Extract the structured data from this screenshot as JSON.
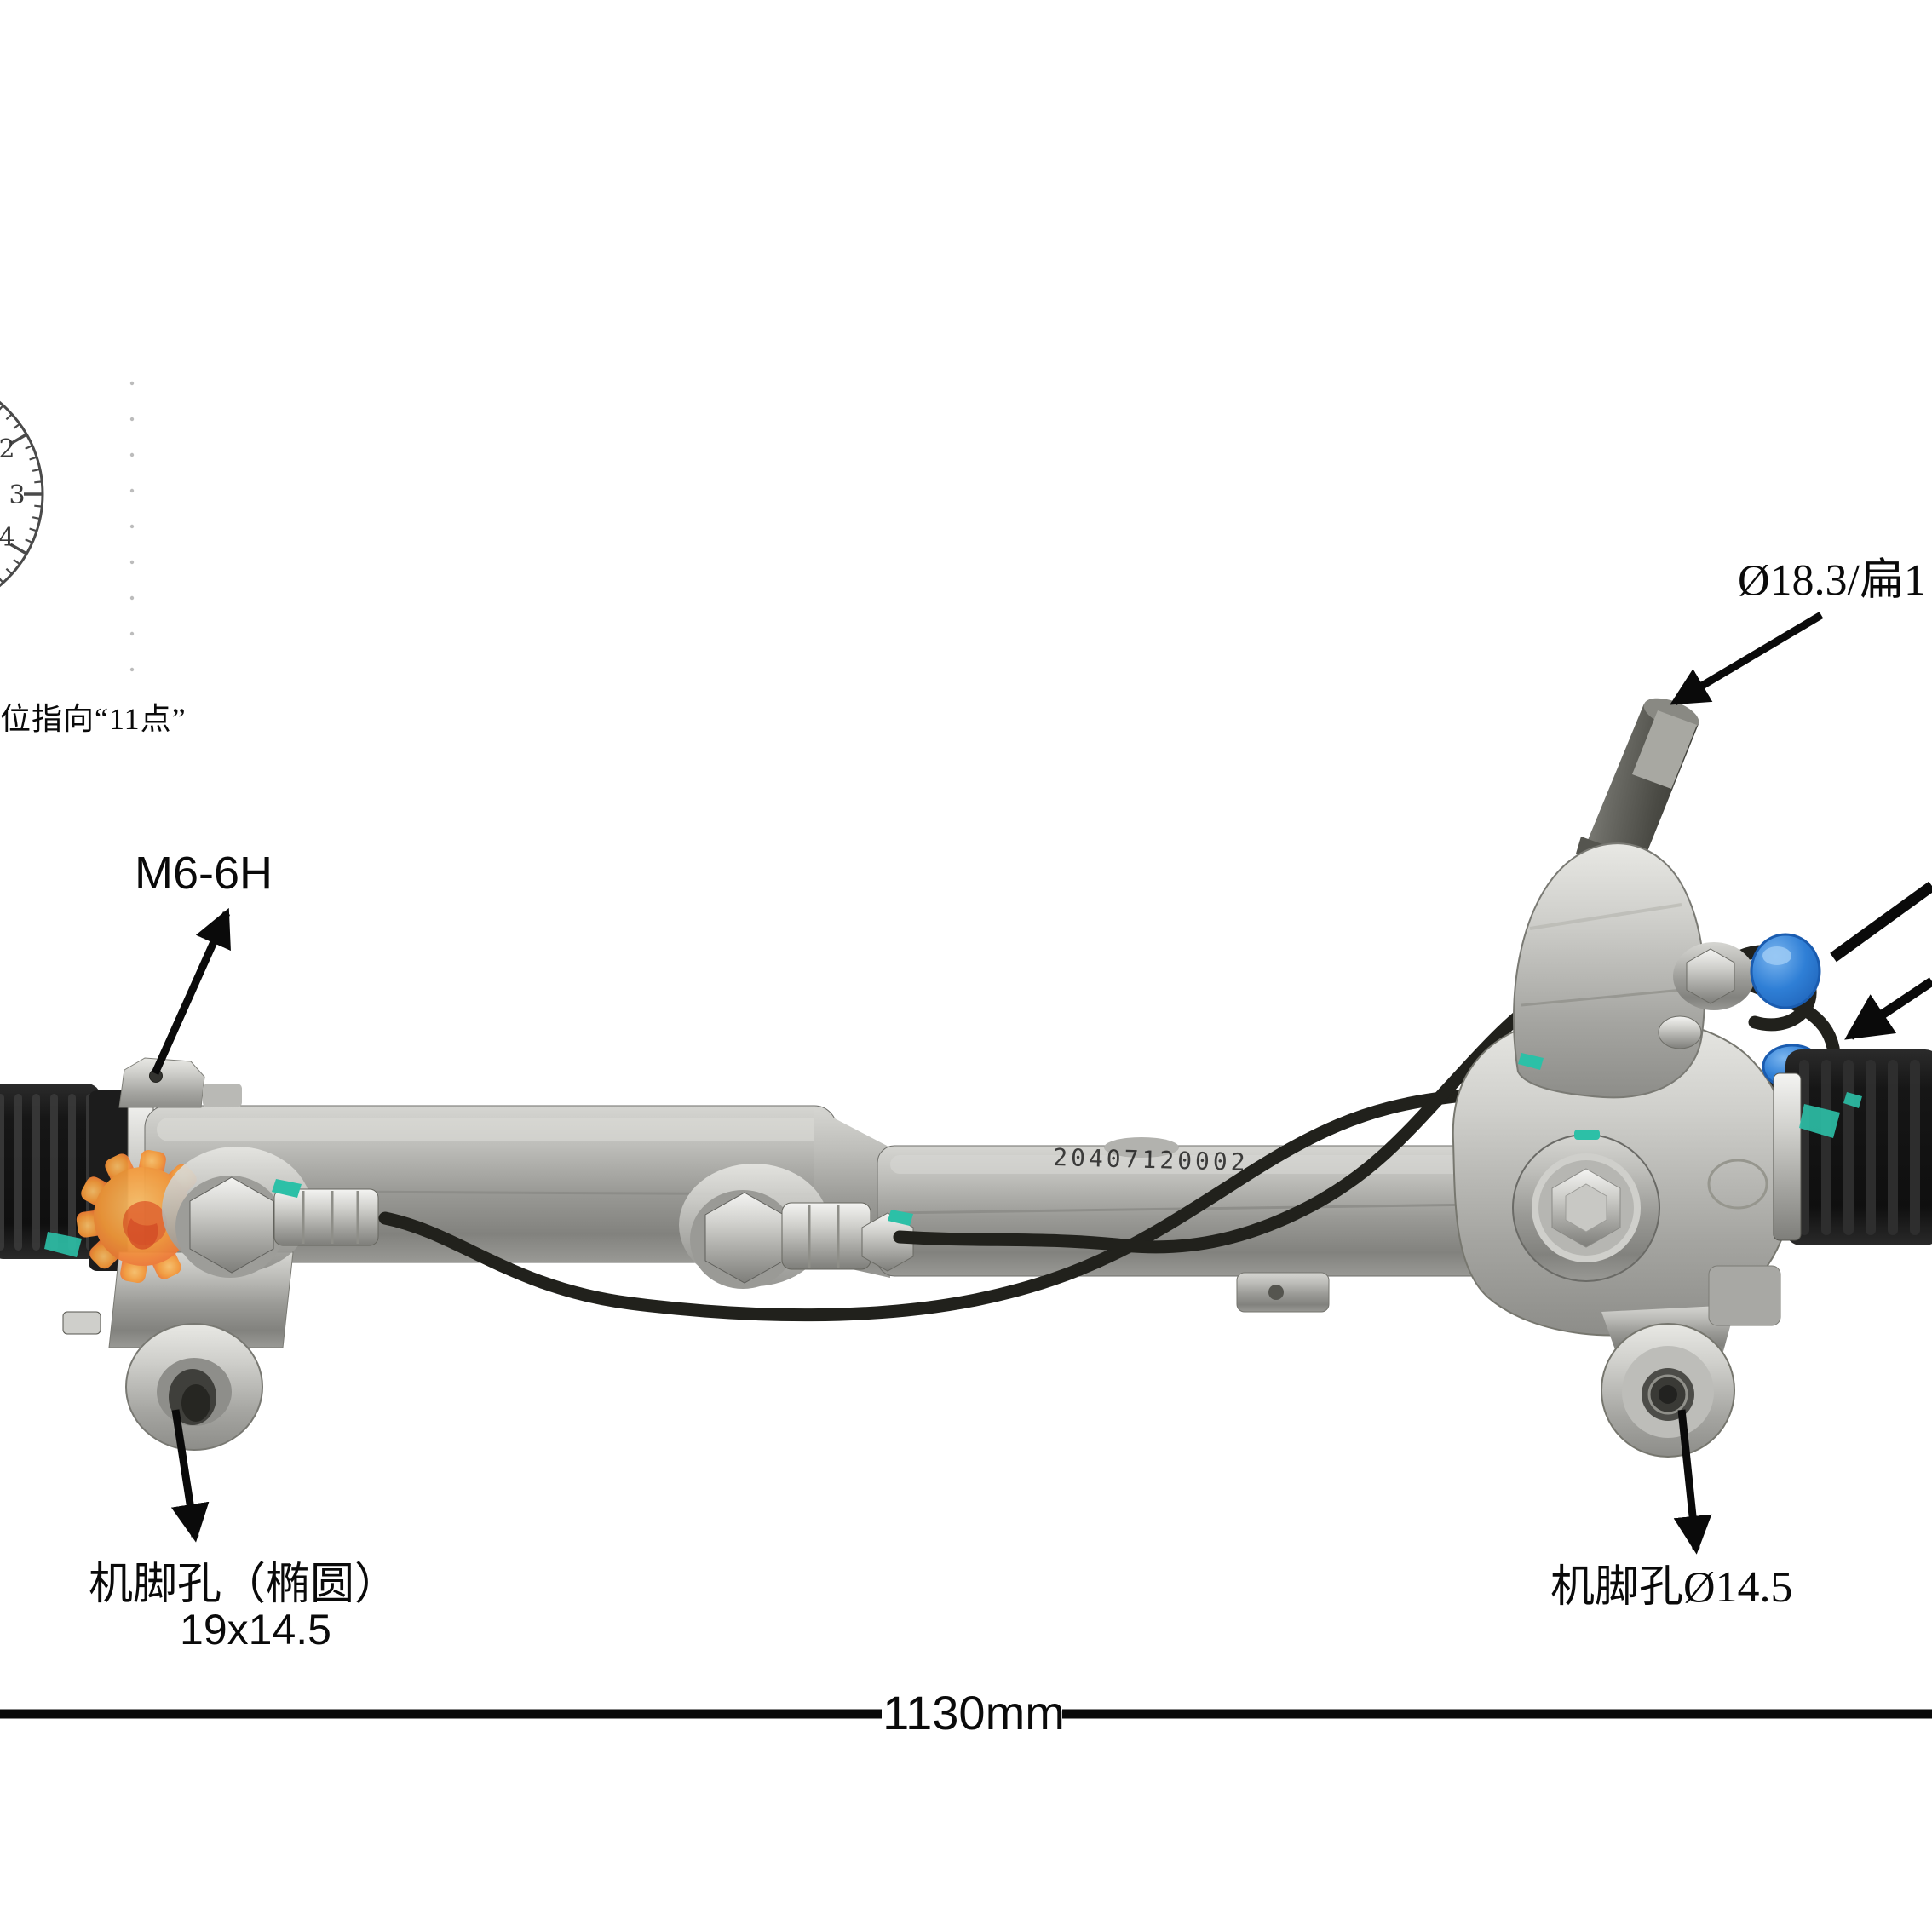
{
  "background": "#ffffff",
  "clock": {
    "numbers": [
      "2",
      "3",
      "4"
    ]
  },
  "annotations": {
    "center_position_label": "位指向“11点”",
    "thread_label": "M6-6H",
    "input_shaft_label": "Ø18.3/扁1",
    "mount_hole_oval_label": "机脚孔（椭圆）",
    "mount_hole_oval_size": "19x14.5",
    "mount_hole_right_label": "机脚孔Ø14.5",
    "overall_length_label": "1130mm",
    "housing_stamp": "20407120002"
  },
  "colors": {
    "annotation": "#0a0a0a",
    "accent_blue": "#2f7fd6",
    "accent_blue_light": "#7cb6ef",
    "teal_mark": "#2cc0a7",
    "logo_orange_outer": "#e8512e",
    "logo_orange_mid": "#f59a3a",
    "logo_orange_inner": "#f9c06a",
    "pipe": "#21211c",
    "boot_black": "#161616"
  }
}
